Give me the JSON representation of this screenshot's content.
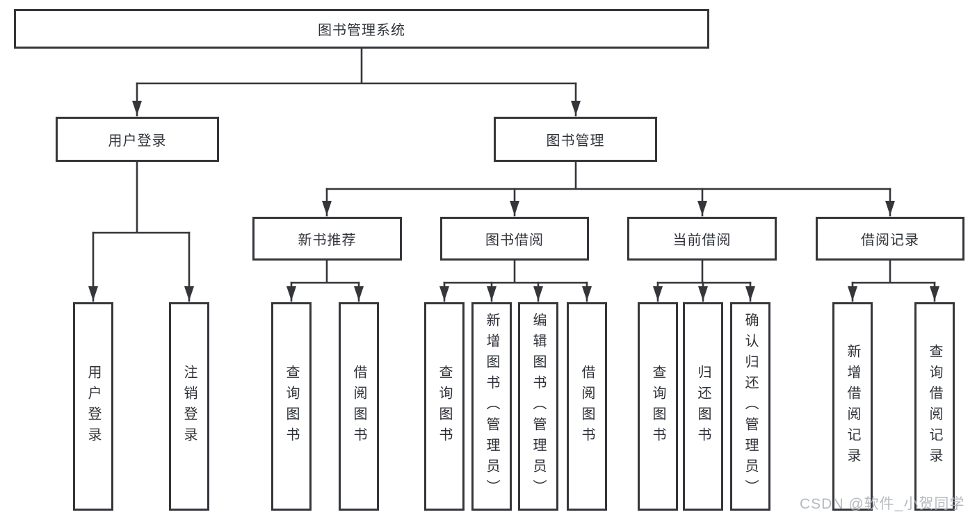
{
  "tree": {
    "label": "图书管理系统",
    "children": [
      {
        "label": "用户登录",
        "children": [
          {
            "label": "用户登录"
          },
          {
            "label": "注销登录"
          }
        ]
      },
      {
        "label": "图书管理",
        "children": [
          {
            "label": "新书推荐",
            "children": [
              {
                "label": "查询图书"
              },
              {
                "label": "借阅图书"
              }
            ]
          },
          {
            "label": "图书借阅",
            "children": [
              {
                "label": "查询图书"
              },
              {
                "label": "新增图书（管理员）"
              },
              {
                "label": "编辑图书（管理员）"
              },
              {
                "label": "借阅图书"
              }
            ]
          },
          {
            "label": "当前借阅",
            "children": [
              {
                "label": "查询图书"
              },
              {
                "label": "归还图书"
              },
              {
                "label": "确认归还（管理员）"
              }
            ]
          },
          {
            "label": "借阅记录",
            "children": [
              {
                "label": "新增借阅记录"
              },
              {
                "label": "查询借阅记录"
              }
            ]
          }
        ]
      }
    ]
  },
  "watermark": {
    "text": "CSDN @软件_小贺同学"
  },
  "colors": {
    "line": "#35363a",
    "box_border": "#35363a",
    "text": "#2e3238",
    "watermark": "#a9aeb5",
    "background": "#ffffff"
  }
}
